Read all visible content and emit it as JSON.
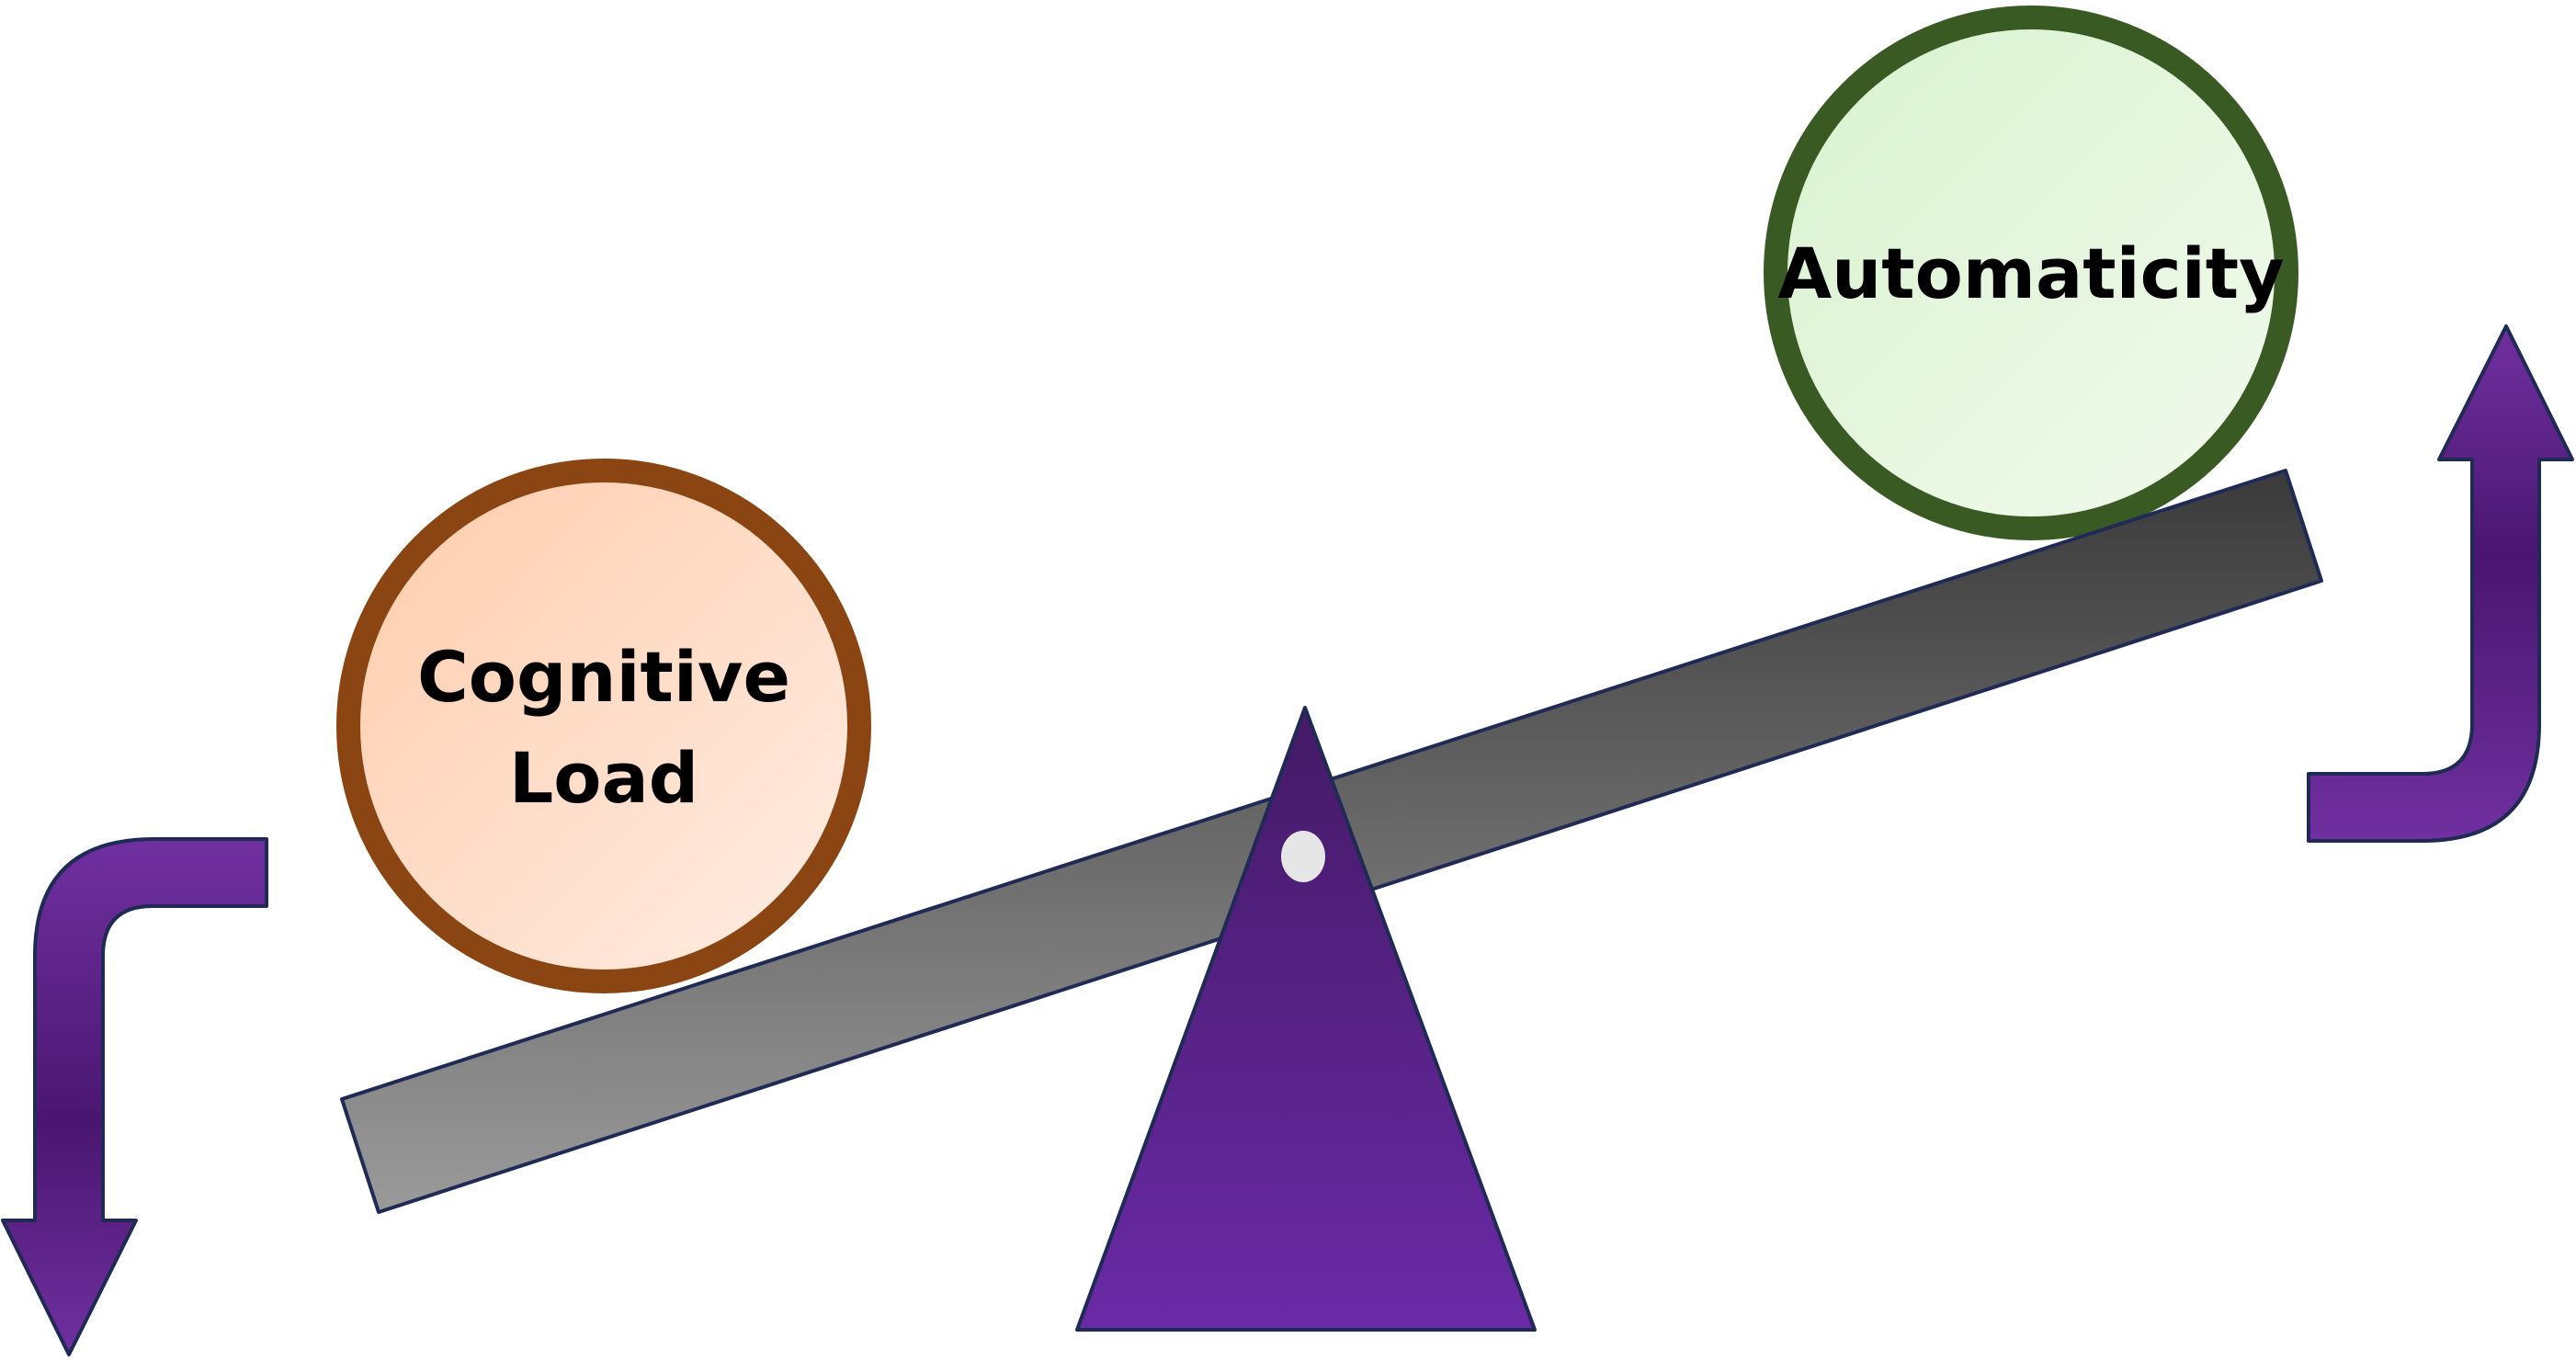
{
  "diagram": {
    "left_circle": {
      "label_lines": [
        "Cognitive",
        "Load"
      ],
      "fill_light": "#FFEDE3",
      "fill_dark": "#FFCFB0",
      "border": "#8B4512"
    },
    "right_circle": {
      "label": "Automaticity",
      "fill_light": "#EEF8EA",
      "fill_dark": "#D8F2CE",
      "border": "#3A5A24"
    },
    "seesaw": {
      "beam_dark": "#3A3A3A",
      "beam_light": "#9A9A9A",
      "fulcrum_dark": "#441A66",
      "fulcrum_light": "#6A2AA6",
      "pivot": "#E6E6E6",
      "outline": "#1F2A55"
    },
    "arrows": {
      "left": "down",
      "right": "up",
      "color_dark": "#4E1A78",
      "color_light": "#7030A0"
    }
  }
}
